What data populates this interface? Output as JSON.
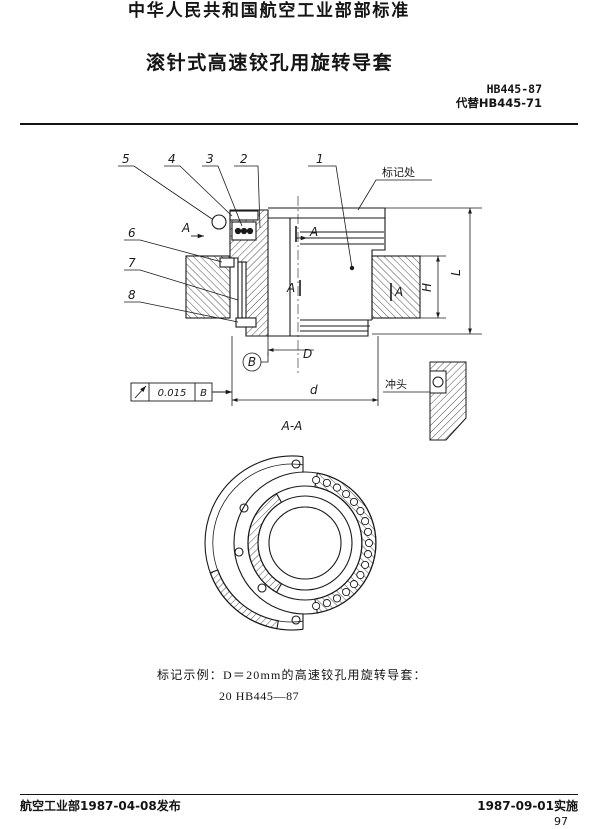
{
  "header": {
    "authority": "中华人民共和国航空工业部部标准"
  },
  "title": "滚针式高速铰孔用旋转导套",
  "standard": {
    "number": "HB445-87",
    "replaces": "代替HB445-71"
  },
  "drawing": {
    "part_labels": [
      "5",
      "4",
      "3",
      "2",
      "1"
    ],
    "marking_location_label": "标记处",
    "side_part_labels": [
      "6",
      "7",
      "8"
    ],
    "section_marks": [
      "A",
      "A",
      "A",
      "A"
    ],
    "dimensions": {
      "length": "L",
      "height": "H",
      "bore": "D",
      "outer": "d"
    },
    "datum_label": "B",
    "tolerance": {
      "symbol_icon": "circular-runout-icon",
      "value": "0.015",
      "datum": "B"
    },
    "punch_label": "冲头",
    "section_view_title": "A-A"
  },
  "caption": {
    "line1": "标记示例：D＝20mm的高速铰孔用旋转导套：",
    "line2": "20 HB445—87"
  },
  "footer": {
    "issued": "航空工业部1987-04-08发布",
    "effective": "1987-09-01实施",
    "page": "97"
  }
}
